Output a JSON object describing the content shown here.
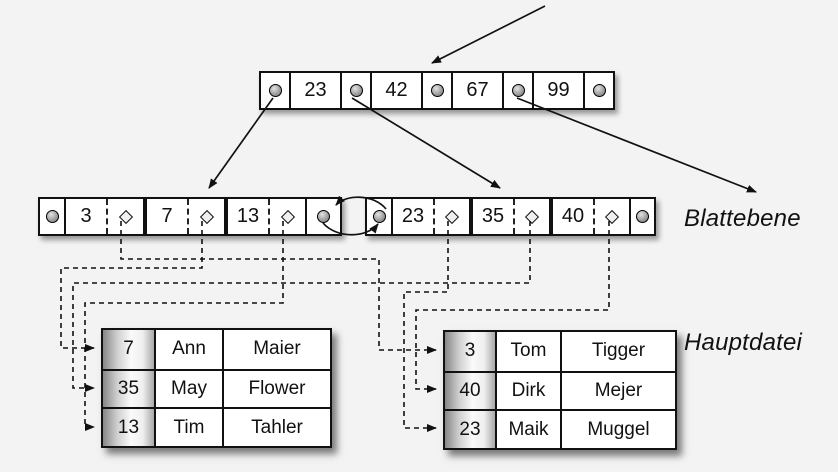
{
  "labels": {
    "leaf_level": "Blattebene",
    "main_file": "Hauptdatei"
  },
  "root_node": {
    "keys": [
      "23",
      "42",
      "67",
      "99"
    ]
  },
  "leaf_nodes": [
    {
      "keys": [
        "3",
        "7",
        "13"
      ]
    },
    {
      "keys": [
        "23",
        "35",
        "40"
      ]
    }
  ],
  "tables": [
    {
      "rows": [
        [
          "7",
          "Ann",
          "Maier"
        ],
        [
          "35",
          "May",
          "Flower"
        ],
        [
          "13",
          "Tim",
          "Tahler"
        ]
      ]
    },
    {
      "rows": [
        [
          "3",
          "Tom",
          "Tigger"
        ],
        [
          "40",
          "Dirk",
          "Mejer"
        ],
        [
          "23",
          "Maik",
          "Muggel"
        ]
      ]
    }
  ],
  "icons": {
    "pointer_bead": "filled gray circle (block pointer)",
    "record_pointer": "small diamond (record pointer)"
  },
  "colors": {
    "background": "#f3f3f3",
    "line": "#111111",
    "node_fill": "#ffffff",
    "key_column_gradient": [
      "#878787",
      "#fafafa",
      "#a8a8a8"
    ]
  }
}
